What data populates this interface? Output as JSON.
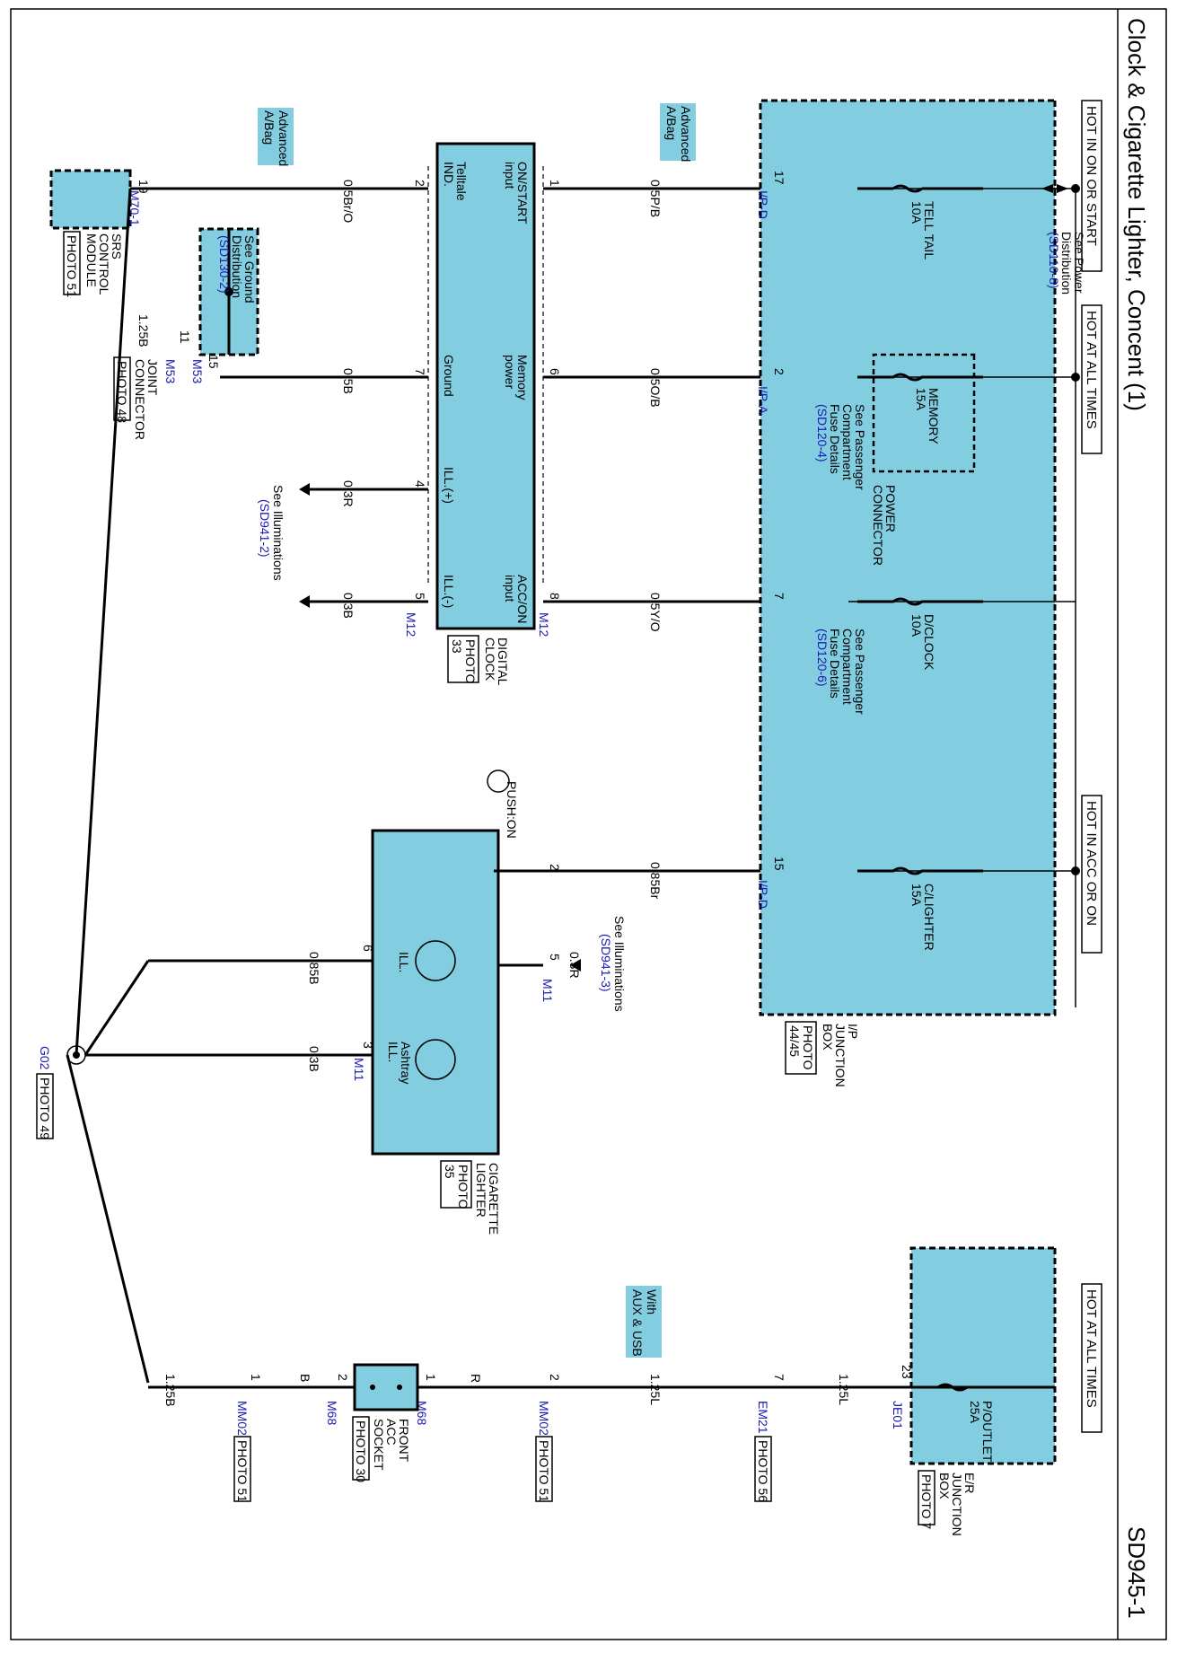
{
  "diagram": {
    "title": "Clock & Cigarette Lighter, Concent (1)",
    "code": "SD945-1",
    "power_headers": {
      "hot_in_on_or_start": "HOT IN ON OR START",
      "hot_at_all_times_1": "HOT AT ALL TIMES",
      "hot_in_acc_or_on": "HOT IN ACC OR ON",
      "hot_at_all_times_2": "HOT AT ALL TIMES"
    },
    "fuses": {
      "tell_tail": [
        "TELL TAIL",
        "10A"
      ],
      "memory": [
        "MEMORY",
        "15A"
      ],
      "dclock": [
        "D/CLOCK",
        "10A"
      ],
      "clighter": [
        "C/LIGHTER",
        "15A"
      ],
      "poutlet": [
        "P/OUTLET",
        "25A"
      ]
    },
    "refs": {
      "power_dist": [
        "See Power",
        "Distribution"
      ],
      "power_dist_code": "(SD110-8)",
      "pass_comp_1": [
        "See Passenger",
        "Compartment",
        "Fuse Details"
      ],
      "pass_comp_1_code": "(SD120-4)",
      "pass_comp_2": [
        "See Passenger",
        "Compartment",
        "Fuse Details"
      ],
      "pass_comp_2_code": "(SD120-6)",
      "ground_dist": [
        "See Ground",
        "Distribution"
      ],
      "ground_dist_code": "(SD130-2)",
      "illum_1": "See Illuminations",
      "illum_1_code": "(SD941-2)",
      "illum_2": "See Illuminations",
      "illum_2_code": "(SD941-3)",
      "power_connector": [
        "POWER",
        "CONNECTOR"
      ]
    },
    "components": {
      "ip_junction": [
        "I/P",
        "JUNCTION",
        "BOX"
      ],
      "ip_junction_photo": [
        "PHOTO",
        "44/45"
      ],
      "er_junction": [
        "E/R",
        "JUNCTION",
        "BOX"
      ],
      "er_junction_photo": "PHOTO 7",
      "digital_clock": [
        "DIGITAL",
        "CLOCK"
      ],
      "digital_clock_photo": [
        "PHOTO",
        "33"
      ],
      "cig_lighter": [
        "CIGARETTE",
        "LIGHTER"
      ],
      "cig_lighter_photo": [
        "PHOTO",
        "35"
      ],
      "srs_module": [
        "SRS",
        "CONTROL",
        "MODULE"
      ],
      "srs_photo": "PHOTO 51",
      "joint_connector": [
        "JOINT",
        "CONNECTOR"
      ],
      "joint_photo": "PHOTO 48",
      "front_acc": [
        "FRONT",
        "ACC",
        "SOCKET"
      ],
      "front_acc_photo": "PHOTO 30",
      "ground": "G02",
      "ground_photo": "PHOTO 49"
    },
    "clock_pins": {
      "on_start": [
        "ON/START",
        "input"
      ],
      "memory": [
        "Memory",
        "power"
      ],
      "acc_on": [
        "ACC/ON",
        "input"
      ],
      "telltale": [
        "Telltale",
        "IND."
      ],
      "ground": "Ground",
      "ill_plus": "ILL.(+)",
      "ill_minus": "ILL.(-)"
    },
    "lighter": {
      "push_on": "PUSH:ON",
      "ill": "ILL.",
      "ashtray": [
        "Ashtray",
        "ILL."
      ]
    },
    "wires": {
      "w_05PB": "0.5P/B",
      "w_05OB": "0.5O/B",
      "w_05YO": "0.5Y/O",
      "w_085Br": "0.85Br",
      "w_03R_a": "0.3R",
      "w_03R_b": "0.3R",
      "w_03B_a": "0.3B",
      "w_03B_b": "0.3B",
      "w_085B": "0.85B",
      "w_05BrO": "0.5Br/O",
      "w_05B": "0.5B",
      "w_125B_a": "1.25B",
      "w_125B_b": "1.25B",
      "w_125L_a": "1.25L",
      "w_125L_b": "1.25L",
      "w_R": "R",
      "w_B": "B"
    },
    "highlights": {
      "adv_abag_1": [
        "Advanced",
        "A/Bag"
      ],
      "adv_abag_2": [
        "Advanced",
        "A/Bag"
      ],
      "aux_usb": [
        "With",
        "AUX & USB"
      ]
    },
    "connectors": {
      "ipd_1": "I/P-D",
      "ipa": "I/P-A",
      "ipd_2": "I/P-D",
      "m12_a": "M12",
      "m12_b": "M12",
      "m11_a": "M11",
      "m11_b": "M11",
      "m53_a": "M53",
      "m53_b": "M53",
      "m70": "M70-1",
      "je01": "JE01",
      "em21": "EM21",
      "em21_photo": "PHOTO 56",
      "mm02_a": "MM02",
      "mm02_a_photo": "PHOTO 51",
      "m68_a": "M68",
      "m68_b": "M68",
      "mm02_b": "MM02",
      "mm02_b_photo": "PHOTO 51"
    },
    "pins": {
      "p17": "17",
      "p2a": "2",
      "p7a": "7",
      "p15a": "15",
      "c1": "1",
      "c6": "6",
      "c8": "8",
      "c2": "2",
      "c7": "7",
      "c4": "4",
      "c5": "5",
      "l2": "2",
      "l5": "5",
      "l6": "6",
      "l3": "3",
      "s19": "19",
      "j15": "15",
      "j11": "11",
      "e23": "23",
      "e7": "7",
      "mm2": "2",
      "m1": "1",
      "m2": "2",
      "mm1": "1"
    }
  }
}
